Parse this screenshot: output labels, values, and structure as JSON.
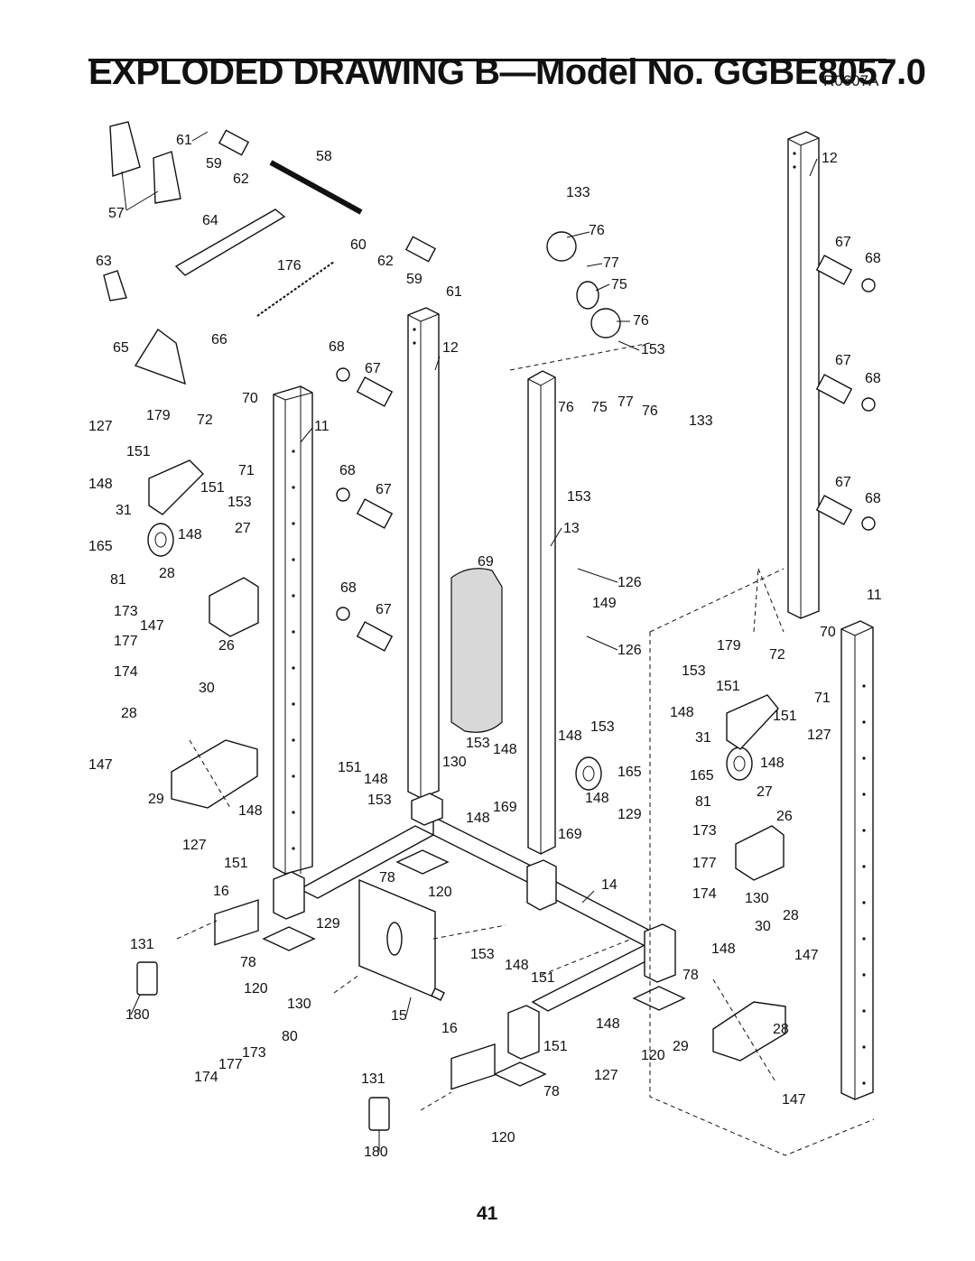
{
  "header": {
    "title": "EXPLODED DRAWING B—Model No. GGBE8057.0",
    "drawing_code": "R0607A"
  },
  "footer": {
    "page_number": "41"
  },
  "parts": {
    "p61a": "61",
    "p59a": "59",
    "p58": "58",
    "p62a": "62",
    "p57": "57",
    "p64": "64",
    "p60": "60",
    "p62b": "62",
    "p59b": "59",
    "p61b": "61",
    "p176": "176",
    "p63": "63",
    "p65": "65",
    "p66": "66",
    "p133a": "133",
    "p76a": "76",
    "p77a": "77",
    "p75a": "75",
    "p76b": "76",
    "p153a": "153",
    "p12a": "12",
    "p67a": "67",
    "p68a": "68",
    "p67b": "67",
    "p68b": "68",
    "p67c": "67",
    "p68c": "68",
    "p68d": "68",
    "p12b": "12",
    "p67d": "67",
    "p70a": "70",
    "p179a": "179",
    "p72a": "72",
    "p127a": "127",
    "p11a": "11",
    "p151a": "151",
    "p71a": "71",
    "p148a": "148",
    "p151b": "151",
    "p153b": "153",
    "p31a": "31",
    "p27a": "27",
    "p148b": "148",
    "p165a": "165",
    "p68e": "68",
    "p67e": "67",
    "p76c": "76",
    "p75b": "75",
    "p77b": "77",
    "p76d": "76",
    "p133b": "133",
    "p153c": "153",
    "p13": "13",
    "p69": "69",
    "p126a": "126",
    "p149": "149",
    "p126b": "126",
    "p81a": "81",
    "p28a": "28",
    "p173a": "173",
    "p147a": "147",
    "p177a": "177",
    "p26a": "26",
    "p174a": "174",
    "p68f": "68",
    "p67f": "67",
    "p11b": "11",
    "p179b": "179",
    "p70b": "70",
    "p72b": "72",
    "p153d": "153",
    "p151c": "151",
    "p71b": "71",
    "p148c": "148",
    "p151d": "151",
    "p31b": "31",
    "p127b": "127",
    "p148d": "148",
    "p165b": "165",
    "p30a": "30",
    "p28b": "28",
    "p147b": "147",
    "p153e": "153",
    "p148e": "148",
    "p130a": "130",
    "p148f": "148",
    "p153f": "153",
    "p165c": "165",
    "p151e": "151",
    "p148g": "148",
    "p153g": "153",
    "p169a": "169",
    "p148h": "148",
    "p148i": "148",
    "p129a": "129",
    "p169b": "169",
    "p29a": "29",
    "p148j": "148",
    "p127c": "127",
    "p151f": "151",
    "p81b": "81",
    "p27b": "27",
    "p26b": "26",
    "p173b": "173",
    "p177b": "177",
    "p174b": "174",
    "p130b": "130",
    "p28c": "28",
    "p16a": "16",
    "p78a": "78",
    "p120a": "120",
    "p14": "14",
    "p129b": "129",
    "p131a": "131",
    "p78b": "78",
    "p30b": "30",
    "p148k": "148",
    "p147c": "147",
    "p120b": "120",
    "p153h": "153",
    "p148l": "148",
    "p151g": "151",
    "p78c": "78",
    "p180a": "180",
    "p130c": "130",
    "p15": "15",
    "p16b": "16",
    "p148m": "148",
    "p80": "80",
    "p173c": "173",
    "p177c": "177",
    "p151h": "151",
    "p120c": "120",
    "p29b": "29",
    "p28d": "28",
    "p174c": "174",
    "p127d": "127",
    "p131b": "131",
    "p78d": "78",
    "p147d": "147",
    "p120d": "120",
    "p180b": "180"
  }
}
